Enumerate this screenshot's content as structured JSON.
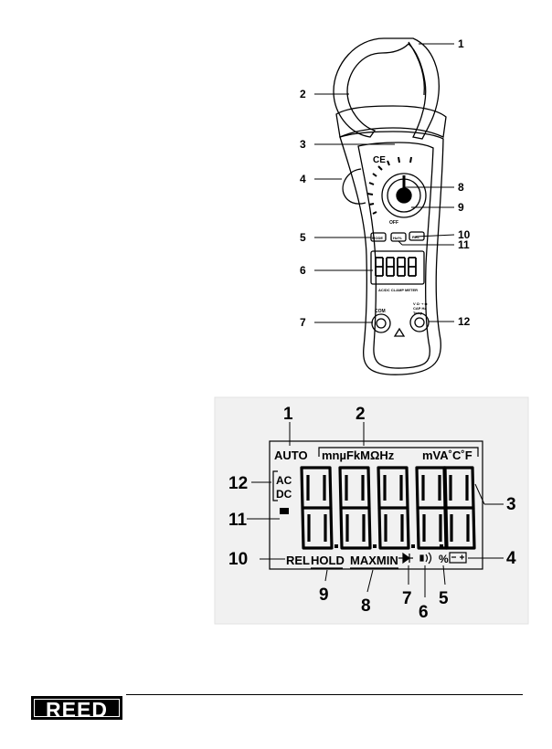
{
  "clamp_meter": {
    "callouts": [
      "1",
      "2",
      "3",
      "4",
      "5",
      "6",
      "7",
      "8",
      "9",
      "10",
      "11",
      "12"
    ],
    "panel_labels": {
      "ce": "CE",
      "off": "OFF",
      "com": "COM",
      "mode": "MODE",
      "hold": "HOLD",
      "rel": "REL",
      "hz_button": "Hz/%",
      "model": "AC/DC CLAMP METER",
      "input_v": "V Ω ➝ ◆",
      "input_cap": "CAP Hz",
      "input_temp": "Temp"
    }
  },
  "lcd": {
    "callouts": [
      "1",
      "2",
      "3",
      "4",
      "5",
      "6",
      "7",
      "8",
      "9",
      "10",
      "11",
      "12"
    ],
    "auto": "AUTO",
    "prefixes": "mnµFkMΩHz",
    "units": "mVA˚C˚F",
    "ac": "AC",
    "dc": "DC",
    "rel": "REL",
    "hold": "HOLD",
    "maxmin": "MAXMIN",
    "percent": "%"
  },
  "footer": {
    "logo": "REED"
  }
}
